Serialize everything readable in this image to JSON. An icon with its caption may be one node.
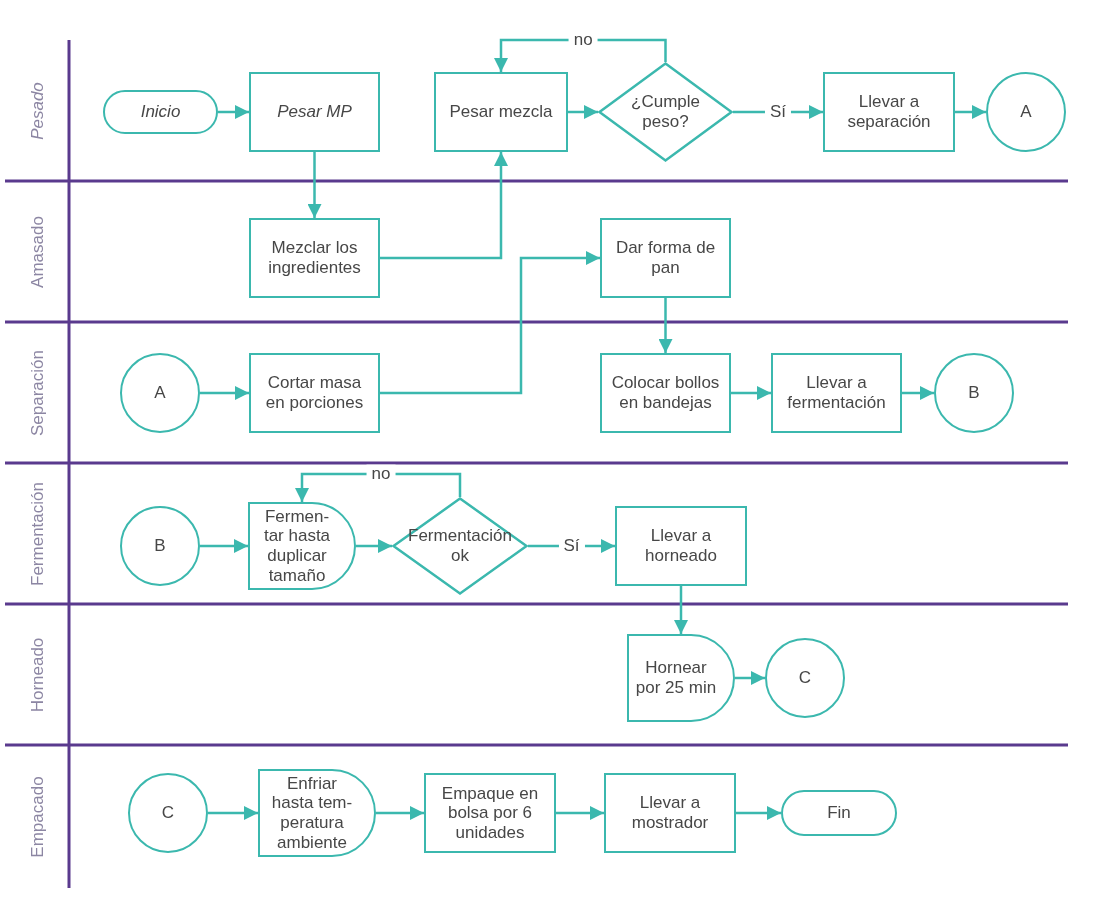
{
  "diagram": {
    "nodes": [
      {
        "text": [
          "Inicio"
        ]
      },
      {
        "text": [
          "Pesar MP"
        ]
      },
      {
        "text": [
          "Pesar mezcla"
        ]
      },
      {
        "text": [
          "¿Cumple peso?"
        ]
      },
      {
        "text": [
          "Llevar a separación"
        ]
      },
      {
        "text": [
          "A"
        ]
      },
      {
        "text": [
          "Mezclar los ingredientes"
        ]
      },
      {
        "text": [
          "Dar forma de pan"
        ]
      },
      {
        "text": [
          "A"
        ]
      },
      {
        "text": [
          "Cortar masa en porciones"
        ]
      },
      {
        "text": [
          "Colocar bollos en bandejas"
        ]
      },
      {
        "text": [
          "Llevar a fermentación"
        ]
      },
      {
        "text": [
          "B"
        ]
      },
      {
        "text": [
          "B"
        ]
      },
      {
        "text": [
          "Fermen- tar hasta duplicar tamaño"
        ]
      },
      {
        "text": [
          "Fermentación ok"
        ]
      },
      {
        "text": [
          "Llevar a horneado"
        ]
      },
      {
        "text": [
          "Hornear por 25 min"
        ]
      },
      {
        "text": [
          "C"
        ]
      },
      {
        "text": [
          "C"
        ]
      },
      {
        "text": [
          "Enfriar hasta tem- peratura ambiente"
        ]
      },
      {
        "text": [
          "Empaque en bolsa por 6 unidades"
        ]
      },
      {
        "text": [
          "Llevar a mostrador"
        ]
      },
      {
        "text": [
          "Fin"
        ]
      }
    ],
    "edges": [
      {
        "from": 0,
        "to": 1,
        "arrow": "to"
      },
      {
        "from": 1,
        "to": 6,
        "arrow": "to"
      },
      {
        "from": 6,
        "to": 2,
        "arrow": "to"
      },
      {
        "from": 2,
        "to": 3,
        "arrow": "to"
      },
      {
        "from": 3,
        "to": 4,
        "arrow": "to",
        "label": "Sí"
      },
      {
        "from": 3,
        "to": 2,
        "arrow": "to",
        "label": "no"
      },
      {
        "from": 4,
        "to": 5,
        "arrow": "to"
      },
      {
        "from": 8,
        "to": 9,
        "arrow": "to"
      },
      {
        "from": 9,
        "to": 7,
        "arrow": "to"
      },
      {
        "from": 7,
        "to": 10,
        "arrow": "to"
      },
      {
        "from": 10,
        "to": 11,
        "arrow": "to"
      },
      {
        "from": 11,
        "to": 12,
        "arrow": "to"
      },
      {
        "from": 13,
        "to": 14,
        "arrow": "to"
      },
      {
        "from": 14,
        "to": 15,
        "arrow": "to"
      },
      {
        "from": 15,
        "to": 16,
        "arrow": "to",
        "label": "Sí"
      },
      {
        "from": 15,
        "to": 14,
        "arrow": "to",
        "label": "no"
      },
      {
        "from": 16,
        "to": 17,
        "arrow": "to"
      },
      {
        "from": 17,
        "to": 18,
        "arrow": "to"
      },
      {
        "from": 19,
        "to": 20,
        "arrow": "to"
      },
      {
        "from": 20,
        "to": 21,
        "arrow": "to"
      },
      {
        "from": 21,
        "to": 22,
        "arrow": "to"
      },
      {
        "from": 22,
        "to": 23,
        "arrow": "to"
      }
    ],
    "labels": [
      "Pesado",
      "Amasado",
      "Separación",
      "Fermentación",
      "Horneado",
      "Empacado"
    ]
  }
}
